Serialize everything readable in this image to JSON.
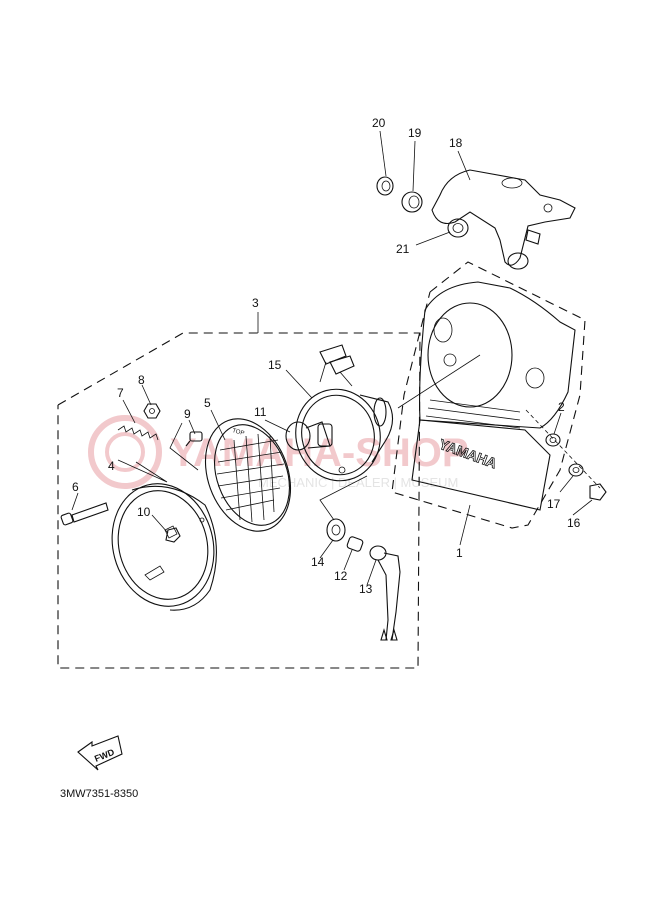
{
  "diagram": {
    "code": "3MW7351-8350",
    "fwd_label": "FWD",
    "watermark": {
      "brand": "YAMAHA-SHOP",
      "tagline": "MECHANIC | DEALER | MUSEUM"
    },
    "lens_mark": "TOP",
    "cover_brand": "YAMAHA",
    "labels": {
      "p1": "1",
      "p2": "2",
      "p3": "3",
      "p4": "4",
      "p5": "5",
      "p6": "6",
      "p7": "7",
      "p8": "8",
      "p9": "9",
      "p10": "10",
      "p11": "11",
      "p12": "12",
      "p13": "13",
      "p14": "14",
      "p15": "15",
      "p16": "16",
      "p17": "17",
      "p18": "18",
      "p19": "19",
      "p20": "20",
      "p21": "21"
    }
  }
}
